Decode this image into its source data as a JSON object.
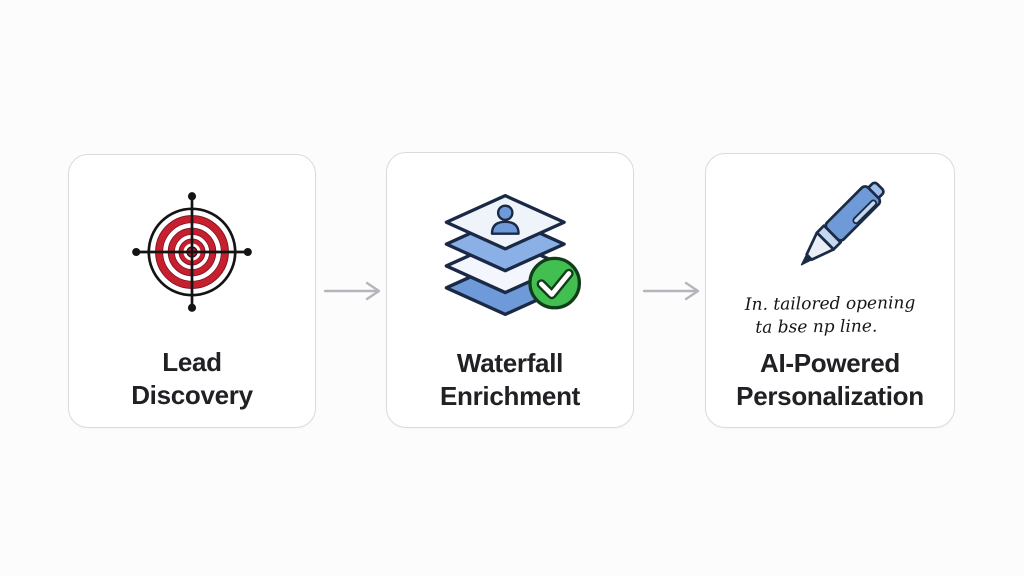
{
  "flow": {
    "steps": [
      {
        "id": "lead-discovery",
        "icon": "target-crosshair-icon",
        "label": [
          "Lead",
          "Discovery"
        ]
      },
      {
        "id": "waterfall-enrichment",
        "icon": "layered-profiles-check-icon",
        "label": [
          "Waterfall",
          "Enrichment"
        ]
      },
      {
        "id": "ai-powered-personalization",
        "icon": "pen-icon",
        "handwriting": [
          "In. tailored opening",
          "ta bse np line."
        ],
        "label": [
          "AI-Powered",
          "Personalization"
        ]
      }
    ],
    "connectors": [
      "arrow-right",
      "arrow-right"
    ]
  },
  "colors": {
    "page_background": "#fcfcfd",
    "card_background": "#ffffff",
    "card_border": "#d9dbde",
    "label_text": "#202124",
    "arrow_gray": "#b3b6bb",
    "target_red": "#c6202f",
    "icon_outline_navy": "#1a2945",
    "layer_blue": "#6e9ad9",
    "layer_blue_light": "#8ab0e6",
    "layer_pale": "#eff4fb",
    "check_green": "#41bf51",
    "pen_blue": "#6f9ad8",
    "handwriting_ink": "#15161a"
  }
}
